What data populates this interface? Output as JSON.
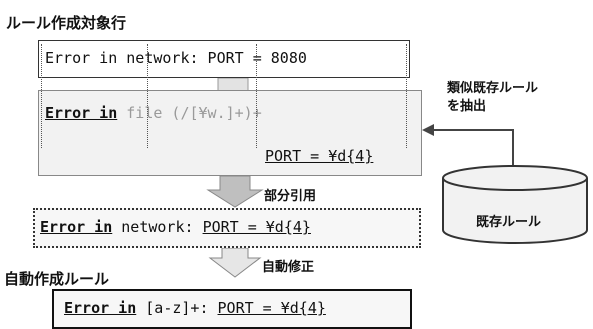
{
  "heading_target": "ルール作成対象行",
  "input_line": {
    "part1": "Error in",
    "part2": " network:",
    "part3": " PORT = 8080"
  },
  "similar_rule": {
    "part1": "Error in",
    "part2": " file (/[¥w.]+)+",
    "part3": "PORT = ¥d{4}"
  },
  "label_extract": "類似既存ルール\nを抽出",
  "label_partial_quote": "部分引用",
  "partial_line": {
    "part1": "Error in",
    "part2": " network:",
    "part3": "PORT = ¥d{4}"
  },
  "label_auto_fix": "自動修正",
  "heading_auto_rule": "自動作成ルール",
  "result_line": {
    "part1": "Error in",
    "part2": " [a-z]+:",
    "part3": "PORT = ¥d{4}"
  },
  "database_label": "既存ルール",
  "colors": {
    "arrow_fill": "#bfbfbf",
    "box_gray": "#f2f2f2",
    "border": "#333333"
  }
}
